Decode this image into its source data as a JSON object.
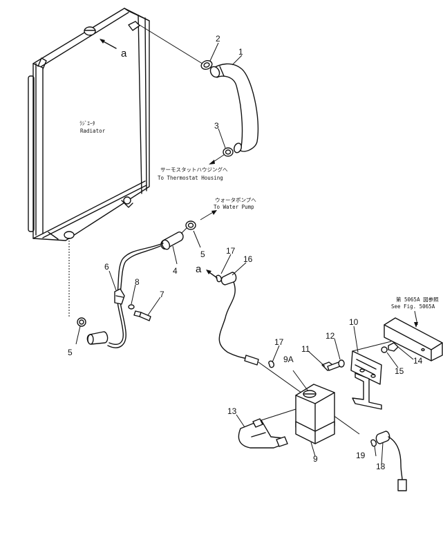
{
  "labels": {
    "radiator_jp": "ﾗｼﾞｴｰﾀ",
    "radiator_en": "Radiator",
    "thermo_jp": "サーモスタットハウジングへ",
    "thermo_en": "To Thermostat Housing",
    "pump_jp": "ウォータポンプへ",
    "pump_en": "To Water Pump",
    "fig_jp": "第 5065A 図参照",
    "fig_en": "See Fig. 5065A"
  },
  "callouts": {
    "c1": "1",
    "c2": "2",
    "c3": "3",
    "c4": "4",
    "c5a": "5",
    "c5b": "5",
    "c6": "6",
    "c7": "7",
    "c8": "8",
    "c9": "9",
    "c9a": "9A",
    "c10": "10",
    "c11": "11",
    "c12": "12",
    "c13": "13",
    "c14": "14",
    "c15": "15",
    "c16": "16",
    "c17a": "17",
    "c17b": "17",
    "c18": "18",
    "c19": "19",
    "a1": "a",
    "a2": "a"
  }
}
